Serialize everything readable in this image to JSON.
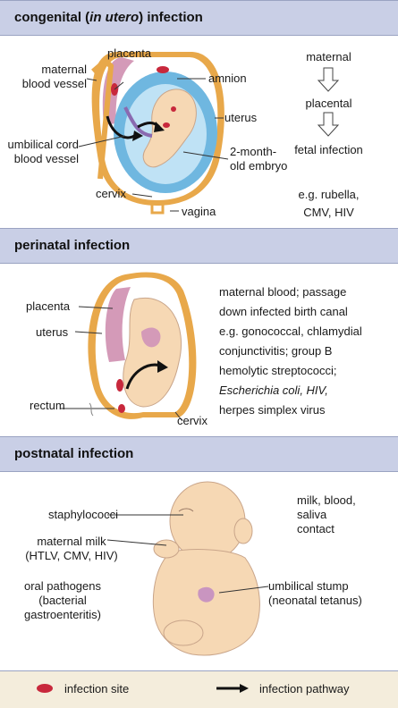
{
  "sections": {
    "congenital": {
      "title_pre": "congenital (",
      "title_italic": "in utero",
      "title_post": ") infection",
      "labels": {
        "placenta": "placenta",
        "maternal_blood_vessel_1": "maternal",
        "maternal_blood_vessel_2": "blood vessel",
        "amnion": "amnion",
        "uterus": "uterus",
        "umbilical_1": "umbilical cord",
        "umbilical_2": "blood vessel",
        "embryo_1": "2-month-",
        "embryo_2": "old embryo",
        "cervix": "cervix",
        "vagina": "vagina"
      },
      "flow": [
        "maternal",
        "placental",
        "fetal infection"
      ],
      "examples_1": "e.g. rubella,",
      "examples_2": "CMV, HIV"
    },
    "perinatal": {
      "title": "perinatal infection",
      "labels": {
        "placenta": "placenta",
        "uterus": "uterus",
        "rectum": "rectum",
        "cervix": "cervix"
      },
      "description": [
        "maternal blood; passage",
        "down infected birth canal",
        "e.g. gonococcal, chlamydial",
        "conjunctivitis; group B",
        "hemolytic streptococci;",
        "Escherichia coli, HIV,",
        "herpes simplex virus"
      ]
    },
    "postnatal": {
      "title": "postnatal infection",
      "labels": {
        "staphylococci": "staphylococci",
        "maternal_milk_1": "maternal milk",
        "maternal_milk_2": "(HTLV, CMV, HIV)",
        "oral_1": "oral pathogens",
        "oral_2": "(bacterial",
        "oral_3": "gastroenteritis)",
        "stump_1": "umbilical stump",
        "stump_2": "(neonatal tetanus)"
      },
      "routes": [
        "milk, blood,",
        "saliva",
        "contact"
      ]
    }
  },
  "legend": {
    "site_label": "infection site",
    "pathway_label": "infection pathway"
  },
  "colors": {
    "header": "#c9cfe6",
    "infection_site": "#c8283c",
    "uterus_wall": "#e8a84a",
    "amnion": "#6fb7e0",
    "skin": "#f6d8b4",
    "placenta": "#d49ab8",
    "legend_bg": "#f4eddc"
  }
}
